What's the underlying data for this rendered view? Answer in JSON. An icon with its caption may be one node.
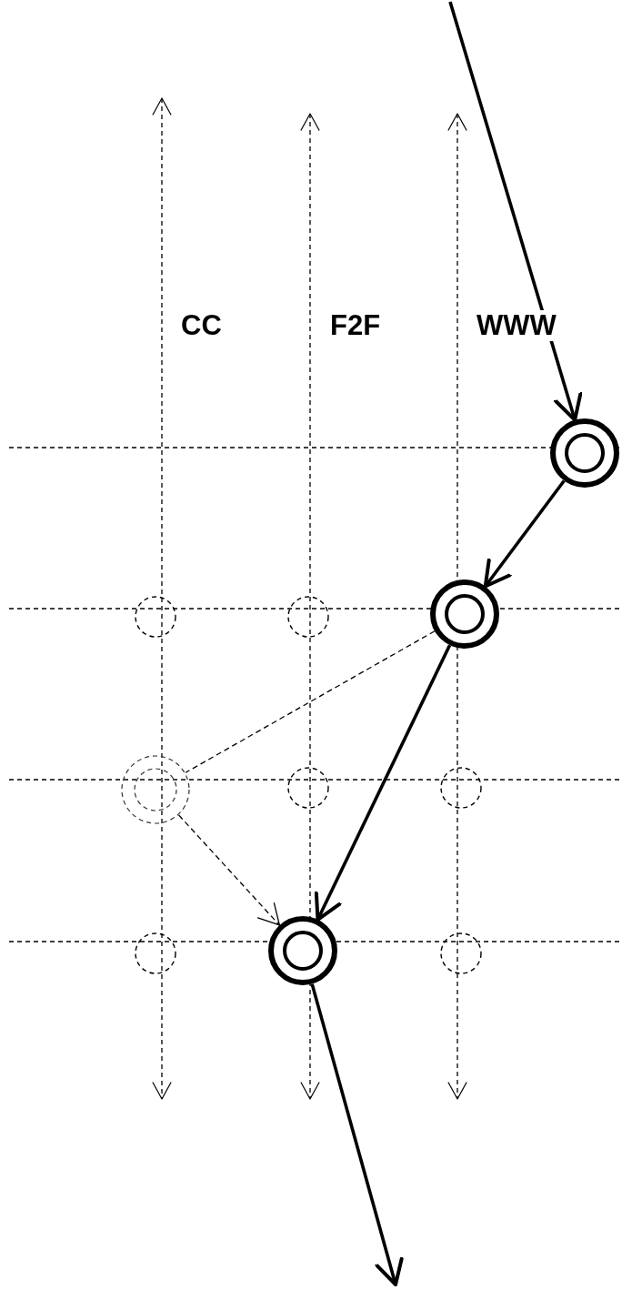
{
  "diagram": {
    "nodes": [
      {
        "text": [],
        "shape": "circle"
      },
      {
        "text": [],
        "shape": "circle"
      },
      {
        "text": [],
        "shape": "circle"
      },
      {
        "text": [],
        "shape": "circle"
      },
      {
        "text": [],
        "shape": "circle"
      },
      {
        "text": [],
        "shape": "circle"
      },
      {
        "text": [],
        "shape": "circle"
      },
      {
        "text": [],
        "shape": "circle"
      },
      {
        "text": [],
        "shape": "circle"
      },
      {
        "text": [],
        "shape": "circle"
      }
    ],
    "edges": [
      {
        "from": null,
        "to": 0,
        "arrow": "to"
      },
      {
        "from": 0,
        "to": 3,
        "arrow": "to"
      },
      {
        "from": 3,
        "to": 4,
        "arrow": "none",
        "style": "dashed"
      },
      {
        "from": 3,
        "to": 8,
        "arrow": "to"
      },
      {
        "from": 4,
        "to": 8,
        "arrow": "to",
        "style": "dashed"
      },
      {
        "from": 8,
        "to": null,
        "arrow": "to"
      }
    ],
    "labels": [
      "CC",
      "F2F",
      "WWW"
    ]
  }
}
